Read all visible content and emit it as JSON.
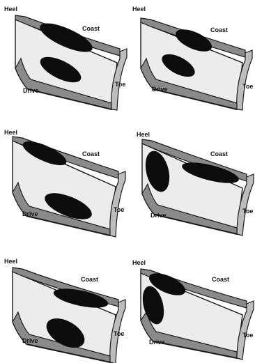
{
  "colors": {
    "ink": "#1a1a1a",
    "tooth_face": "#ececec",
    "tooth_side": "#bdbdbd",
    "rim": "#8a8a8a",
    "contact_patch": "#0c0c0c",
    "background": "#ffffff"
  },
  "panels": [
    {
      "heel": "Heel",
      "coast": "Coast",
      "toe": "Toe",
      "drive": "Drive"
    },
    {
      "heel": "Heel",
      "coast": "Coast",
      "toe": "Toe",
      "drive": "Drive"
    },
    {
      "heel": "Heel",
      "coast": "Coast",
      "toe": "Toe",
      "drive": "Drive"
    },
    {
      "heel": "Heel",
      "coast": "Coast",
      "toe": "Toe",
      "drive": "Drive"
    },
    {
      "heel": "Heel",
      "coast": "Coast",
      "toe": "Toe",
      "drive": "Drive"
    },
    {
      "heel": "Heel",
      "coast": "Coast",
      "toe": "Toe",
      "drive": "Drive"
    }
  ]
}
